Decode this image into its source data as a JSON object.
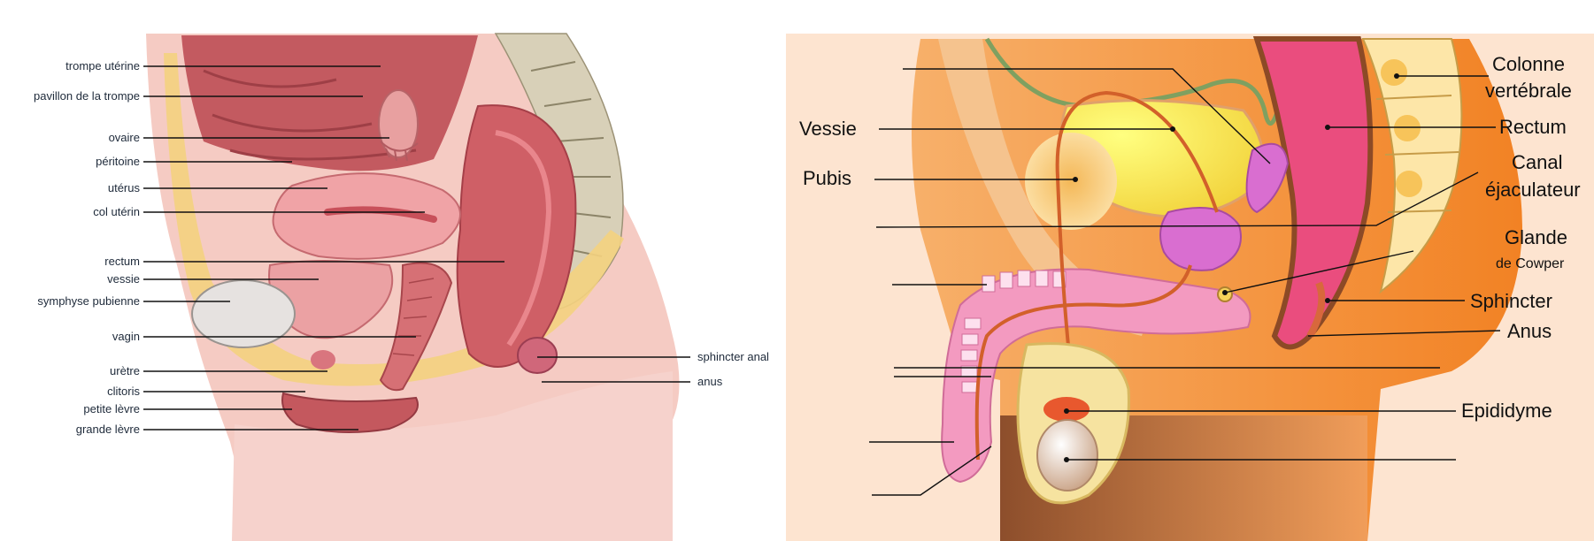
{
  "female_diagram": {
    "labels": {
      "trompe_uterine": "trompe utérine",
      "pavillon": "pavillon de la trompe",
      "ovaire": "ovaire",
      "peritoine": "péritoine",
      "uterus": "utérus",
      "col_uterin": "col utérin",
      "rectum": "rectum",
      "vessie": "vessie",
      "symphyse": "symphyse pubienne",
      "vagin": "vagin",
      "uretre": "urètre",
      "clitoris": "clitoris",
      "petite_levre": "petite lèvre",
      "grande_levre": "grande lèvre",
      "sphincter_anal": "sphincter anal",
      "anus": "anus"
    }
  },
  "male_diagram": {
    "labels": {
      "colonne_1": "Colonne",
      "colonne_2": "vertébrale",
      "rectum": "Rectum",
      "canal_1": "Canal",
      "canal_2": "éjaculateur",
      "glande": "Glande",
      "cowper": "de Cowper",
      "sphincter": "Sphincter",
      "anus": "Anus",
      "epididyme": "Epididyme",
      "vessie": "Vessie",
      "pubis": "Pubis"
    }
  },
  "colors": {
    "female_skin": "#f2c4bc",
    "female_tissue": "#d9757a",
    "female_fat": "#f5d27a",
    "male_bg": "#fde3cf",
    "male_skin": "#f0b27a",
    "male_orange": "#f28a2e",
    "bladder": "#f7ea4a",
    "prostate": "#d86ac8",
    "rectum": "#e8437a"
  }
}
